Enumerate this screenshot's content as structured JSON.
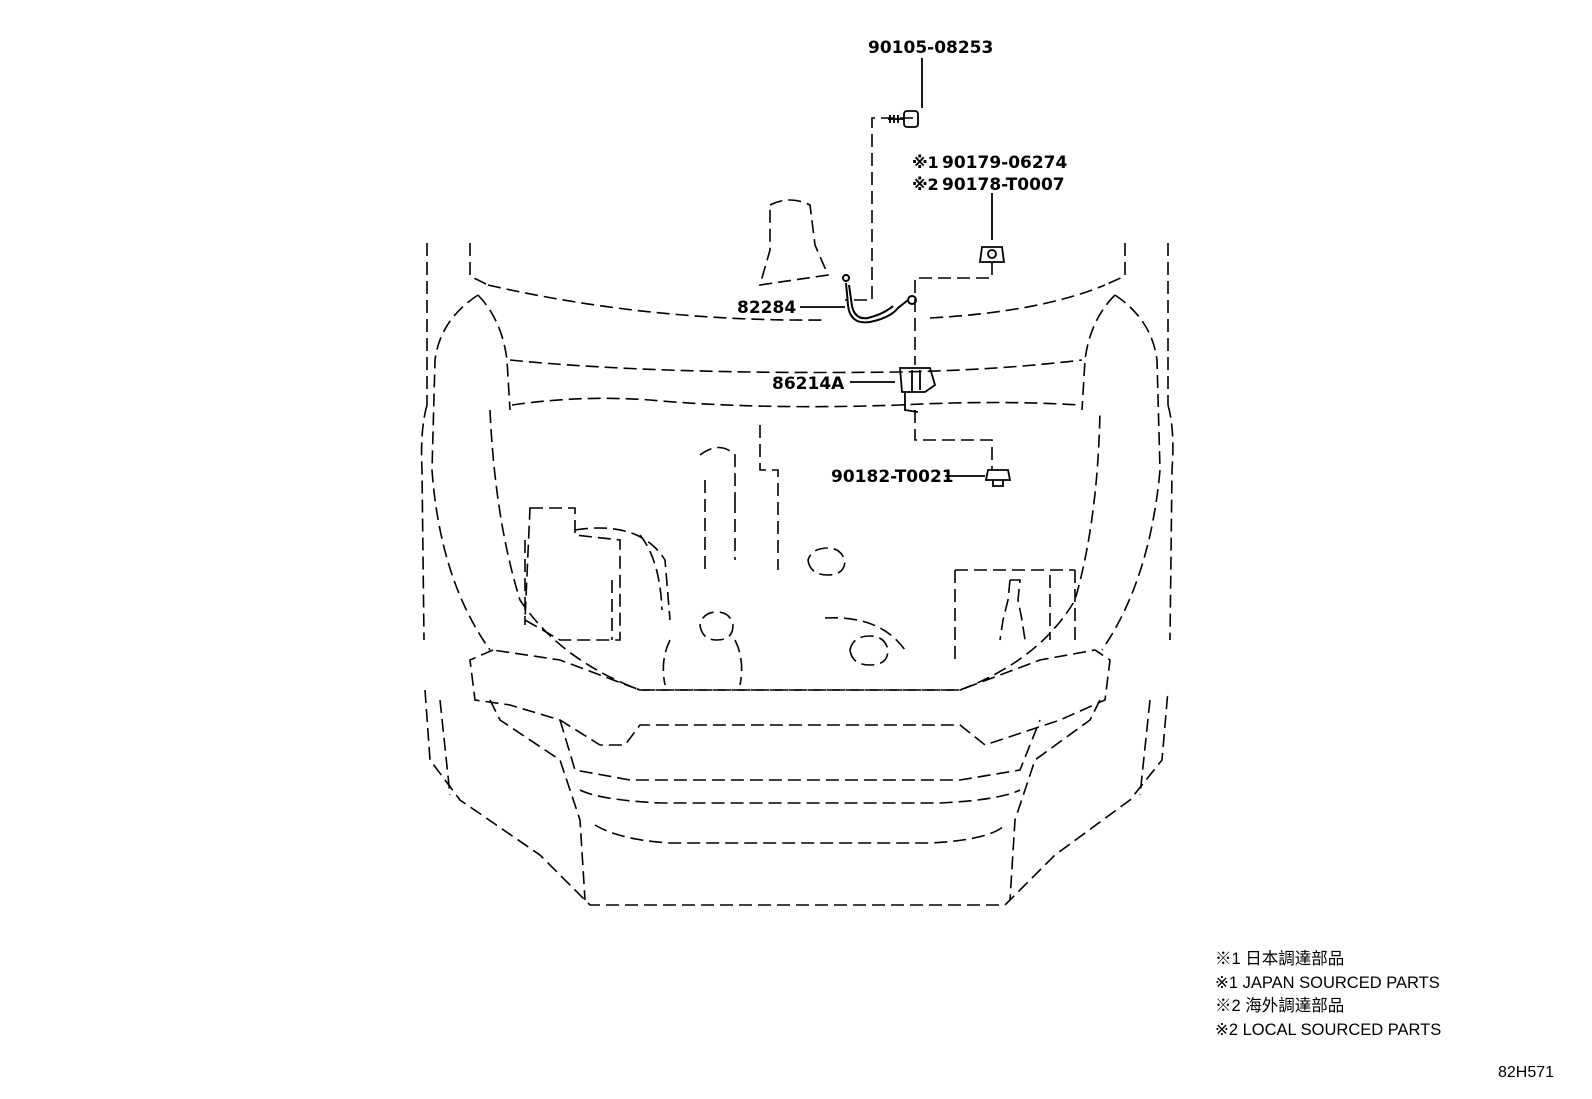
{
  "callouts": {
    "bolt_top": "90105-08253",
    "nut_j_mark": "※1",
    "nut_j_part": "90179-06274",
    "nut_l_mark": "※2",
    "nut_l_part": "90178-T0007",
    "wire": "82284",
    "bracket": "86214A",
    "clip": "90182-T0021"
  },
  "notes": [
    "※1 日本調達部品",
    "※1 JAPAN SOURCED PARTS",
    "※2 海外調達部品",
    "※2 LOCAL SOURCED PARTS"
  ],
  "drawing_ref": "82H571"
}
